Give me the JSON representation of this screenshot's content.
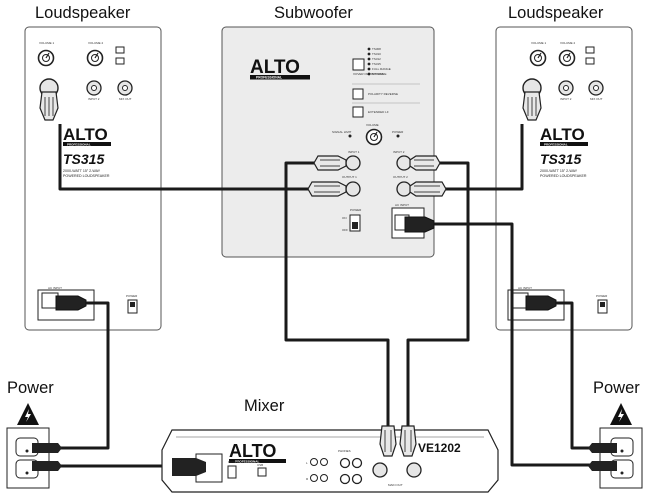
{
  "labels": {
    "left_speaker": "Loudspeaker",
    "subwoofer": "Subwoofer",
    "right_speaker": "Loudspeaker",
    "power_left": "Power",
    "power_right": "Power",
    "mixer": "Mixer"
  },
  "branding": {
    "logo": "ALTO",
    "logo_sub": "PROFESSIONAL",
    "model_speaker": "TS315",
    "speaker_desc_1": "2000-WATT 15\" 2-WAY",
    "speaker_desc_2": "POWERED LOUDSPEAKER",
    "mixer_model_suffix": "VE1202"
  },
  "speaker_panel": {
    "knob_1": "VOLUME 1",
    "knob_2": "VOLUME 2",
    "input_1": "INPUT 1",
    "input_2": "INPUT 2",
    "mix_out": "MIX OUT",
    "ac_input": "AC INPUT",
    "power": "POWER"
  },
  "sub_panel": {
    "modes": [
      "TS308",
      "TS310",
      "TS312",
      "TS315",
      "FULL RANGE",
      "BYPASS"
    ],
    "output_mode": "XOVER OUTPUT MODE",
    "polarity": "POLARITY REVERSE",
    "extended_lf": "EXTENDED LF",
    "volume": "VOLUME",
    "signal": "SIGNAL LIMIT",
    "power_led": "POWER",
    "input_1": "INPUT 1",
    "input_2": "INPUT 2",
    "output_1": "OUTPUT 1",
    "output_2": "OUTPUT 2",
    "ac_input": "AC INPUT",
    "power_switch": "POWER",
    "on": "ON",
    "off": "OFF"
  },
  "mixer_panel": {
    "power": "POWER",
    "usb": "USB",
    "phones": "PHONES",
    "main_out": "MAIN OUT",
    "l": "L",
    "r": "R"
  },
  "colors": {
    "cable": "#1a1a1a",
    "panel_fill": "#ffffff",
    "sub_panel_fill": "#ececec",
    "panel_stroke": "#555555",
    "connector_fill": "#e6e6e6"
  },
  "icons": {
    "warning": "high-voltage-warning-icon",
    "outlet": "wall-outlet-icon",
    "xlr": "xlr-connector-icon"
  }
}
